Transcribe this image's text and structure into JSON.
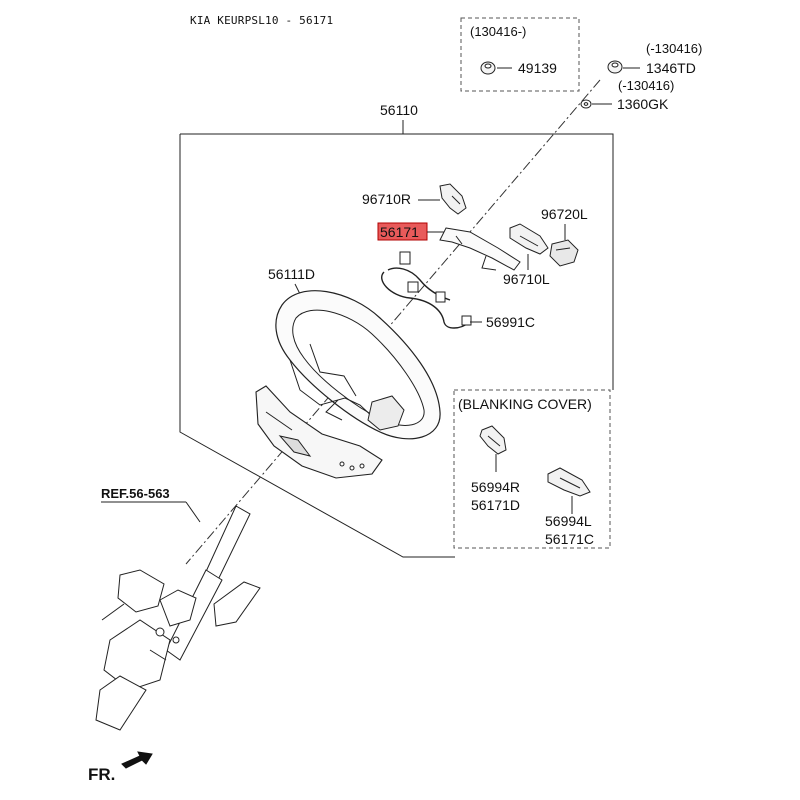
{
  "header": {
    "title": "KIA KEURPSL10 - 56171"
  },
  "labels": {
    "kit_top": "(130416-)",
    "nut_49139": "49139",
    "note_1346": "(-130416)",
    "part_1346": "1346TD",
    "note_1360": "(-130416)",
    "part_1360": "1360GK",
    "assembly": "56110",
    "part_96710r": "96710R",
    "part_56171": "56171",
    "part_96720l": "96720L",
    "part_96710l": "96710L",
    "part_56111d": "56111D",
    "part_56991c": "56991C",
    "blanking_title": "(BLANKING COVER)",
    "part_56994r": "56994R",
    "part_56171d": "56171D",
    "part_56994l": "56994L",
    "part_56171c": "56171C",
    "ref": "REF.56-563",
    "front": "FR."
  },
  "colors": {
    "highlight_fill": "#e85a5a",
    "highlight_stroke": "#b00000",
    "line": "#222222"
  },
  "icons": [
    "nut-icon",
    "washer-icon",
    "switch-icon",
    "connector-icon",
    "steering-wheel-icon",
    "column-icon",
    "arrow-icon"
  ]
}
